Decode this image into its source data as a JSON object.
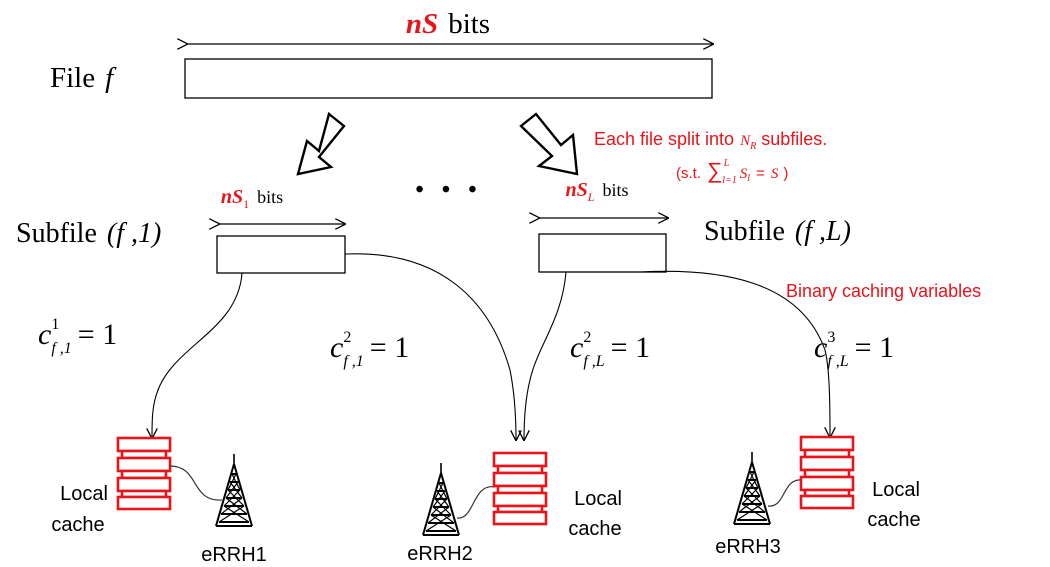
{
  "colors": {
    "ink": "#000000",
    "accent": "#e8141a",
    "background": "#ffffff"
  },
  "file": {
    "label_text": "File",
    "label_var": "f",
    "size_n": "n",
    "size_S": "S",
    "size_unit": "bits"
  },
  "split_note": {
    "line1_prefix": "Each file split into",
    "line1_var": "N",
    "line1_sub": "R",
    "line1_suffix": "subfiles.",
    "line2_open": "(s.t.",
    "line2_sum": "∑",
    "line2_sum_upper": "L",
    "line2_sum_lower": "l=1",
    "line2_var": "S",
    "line2_var_sub": "l",
    "line2_eq": "=",
    "line2_rhs": "S",
    "line2_close": ")"
  },
  "ellipsis": "• • •",
  "subfiles": [
    {
      "label": "Subfile",
      "index": "(f ,1)",
      "size_n": "n",
      "size_S": "S",
      "size_sub": "1",
      "size_unit": "bits"
    },
    {
      "label": "Subfile",
      "index": "(f ,L)",
      "size_n": "n",
      "size_S": "S",
      "size_sub": "L",
      "size_unit": "bits"
    }
  ],
  "caching_note": "Binary caching variables",
  "caching_vars": [
    {
      "var": "c",
      "sup": "1",
      "sub": "f ,1",
      "eq": "= 1"
    },
    {
      "var": "c",
      "sup": "2",
      "sub": "f ,1",
      "eq": "= 1"
    },
    {
      "var": "c",
      "sup": "2",
      "sub": "f ,L",
      "eq": "= 1"
    },
    {
      "var": "c",
      "sup": "3",
      "sub": "f ,L",
      "eq": "= 1"
    }
  ],
  "nodes": [
    {
      "cache_label_1": "Local",
      "cache_label_2": "cache",
      "rrh_label": "eRRH1"
    },
    {
      "cache_label_1": "Local",
      "cache_label_2": "cache",
      "rrh_label": "eRRH2"
    },
    {
      "cache_label_1": "Local",
      "cache_label_2": "cache",
      "rrh_label": "eRRH3"
    }
  ]
}
